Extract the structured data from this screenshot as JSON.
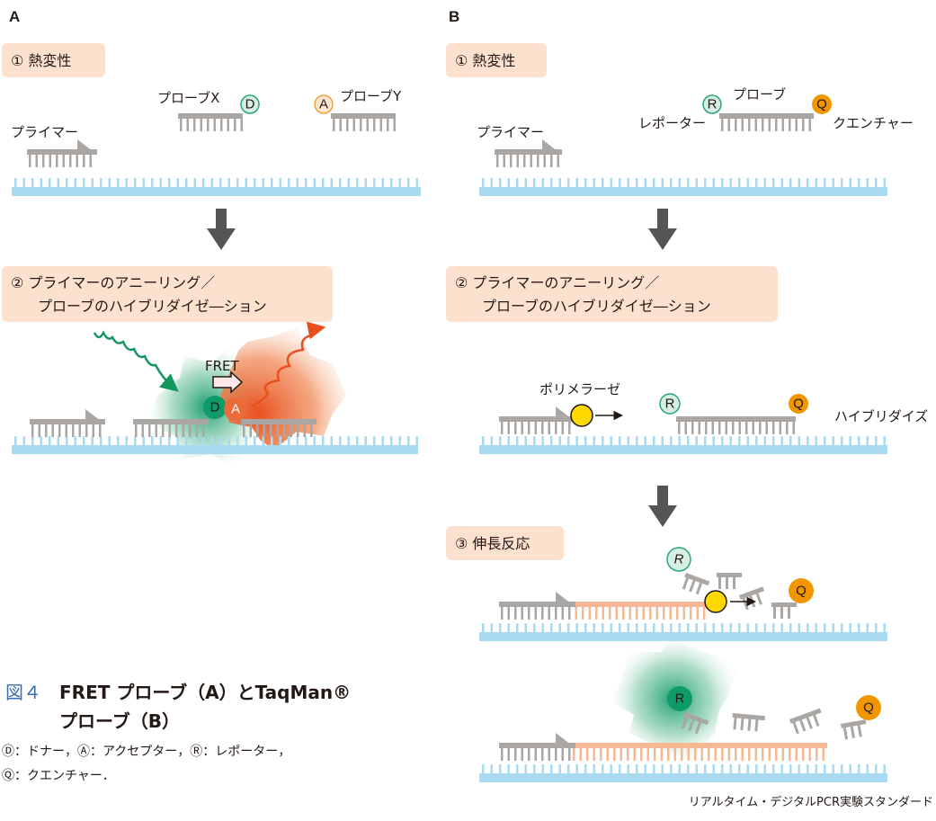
{
  "panels": {
    "a": {
      "label": "A",
      "step1": "① 熱変性",
      "step2_line1": "② プライマーのアニーリング／",
      "step2_line2": "プローブのハイブリダイゼ―ション",
      "primer_label": "プライマー",
      "probe_x_label": "プローブX",
      "probe_y_label": "プローブY",
      "donor": "D",
      "acceptor": "A",
      "fret_label": "FRET"
    },
    "b": {
      "label": "B",
      "step1": "① 熱変性",
      "step2_line1": "② プライマーのアニーリング／",
      "step2_line2": "プローブのハイブリダイゼ―ション",
      "step3": "③ 伸長反応",
      "primer_label": "プライマー",
      "probe_label": "プローブ",
      "reporter_label": "レポーター",
      "quencher_label": "クエンチャー",
      "polymerase_label": "ポリメラーゼ",
      "hybridize_label": "ハイブリダイズ",
      "reporter": "R",
      "quencher": "Q"
    }
  },
  "caption": {
    "number": "図４",
    "title_line1": "FRET プローブ（A）とTaqMan®",
    "title_line2": "プローブ（B）",
    "legend_line1": "Ⓓ：ドナー，Ⓐ：アクセプター，Ⓡ：レポーター，",
    "legend_line2": "Ⓠ：クエンチャー．"
  },
  "credit": "リアルタイム・デジタルPCR実験スタンダード",
  "colors": {
    "template": "#a8daf2",
    "strand": "#a9a6a3",
    "extension": "#f6b894",
    "step_box": "#fce1cf",
    "arrow": "#555555",
    "donor": "#0f9a6a",
    "acceptor": "#ea6a3a",
    "quencher": "#f29600",
    "polymerase": "#ffd800",
    "caption_blue": "#3a6fb5"
  }
}
